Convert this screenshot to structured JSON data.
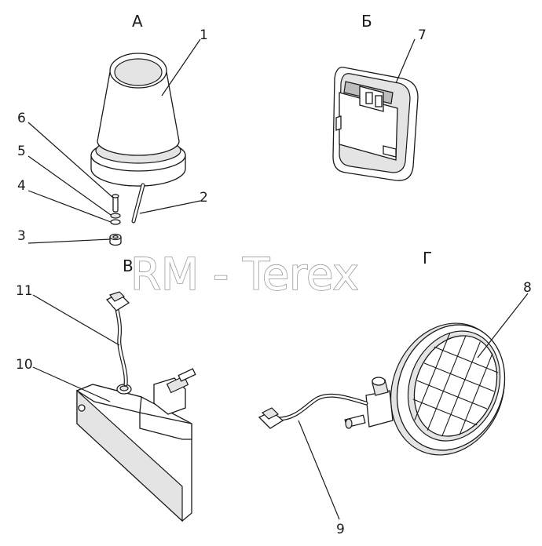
{
  "views": {
    "a": "А",
    "b": "Б",
    "v": "В",
    "g": "Г"
  },
  "callouts": {
    "c1": "1",
    "c2": "2",
    "c3": "3",
    "c4": "4",
    "c5": "5",
    "c6": "6",
    "c7": "7",
    "c8": "8",
    "c9": "9",
    "c10": "10",
    "c11": "11"
  },
  "watermark": "RM - Terex"
}
